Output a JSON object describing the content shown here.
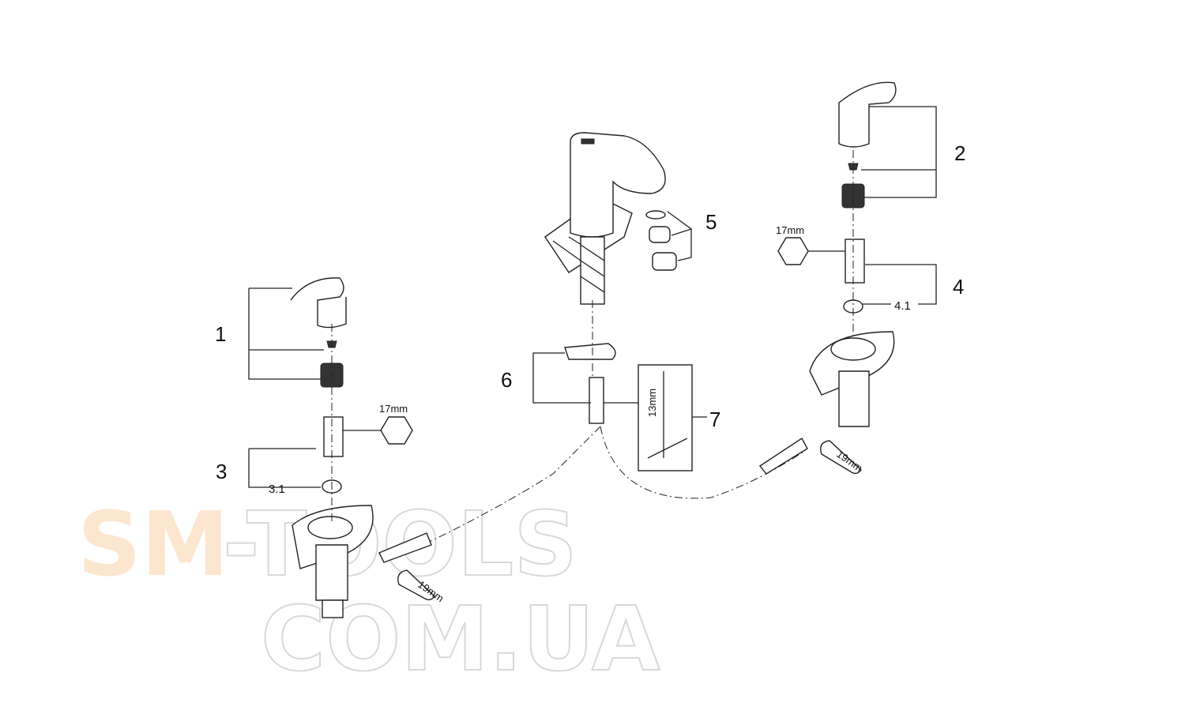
{
  "callouts": {
    "c1": "1",
    "c2": "2",
    "c3": "3",
    "c3_1": "3.1",
    "c4": "4",
    "c4_1": "4.1",
    "c5": "5",
    "c6": "6",
    "c7": "7"
  },
  "dimensions": {
    "hex_left": "17mm",
    "hex_right": "17mm",
    "wrench_left": "19mm",
    "wrench_right": "19mm",
    "key": "13mm"
  },
  "watermark": {
    "line1_a": "SM",
    "line1_b": "-TOOLS",
    "line2": "COM.UA"
  }
}
